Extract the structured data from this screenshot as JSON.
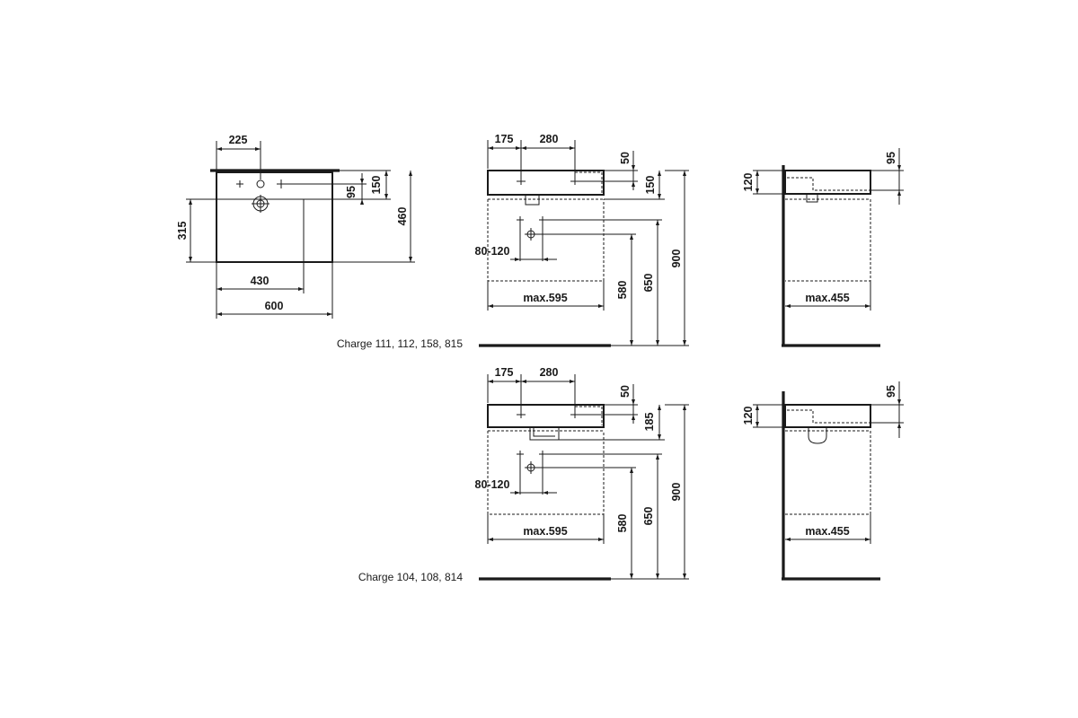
{
  "plan_view": {
    "dim_225": "225",
    "dim_150": "150",
    "dim_95": "95",
    "dim_460": "460",
    "dim_315": "315",
    "dim_430": "430",
    "dim_600": "600"
  },
  "variant_1": {
    "caption": "Charge 111, 112, 158, 815",
    "front": {
      "dim_175": "175",
      "dim_280": "280",
      "dim_50": "50",
      "dim_150": "150",
      "dim_80_120": "80-120",
      "dim_max595": "max.595",
      "dim_580": "580",
      "dim_650": "650",
      "dim_900": "900"
    },
    "side": {
      "dim_120": "120",
      "dim_95": "95",
      "dim_max455": "max.455"
    }
  },
  "variant_2": {
    "caption": "Charge 104, 108, 814",
    "front": {
      "dim_175": "175",
      "dim_280": "280",
      "dim_50": "50",
      "dim_185": "185",
      "dim_80_120": "80-120",
      "dim_max595": "max.595",
      "dim_580": "580",
      "dim_650": "650",
      "dim_900": "900"
    },
    "side": {
      "dim_120": "120",
      "dim_95": "95",
      "dim_max455": "max.455"
    }
  }
}
